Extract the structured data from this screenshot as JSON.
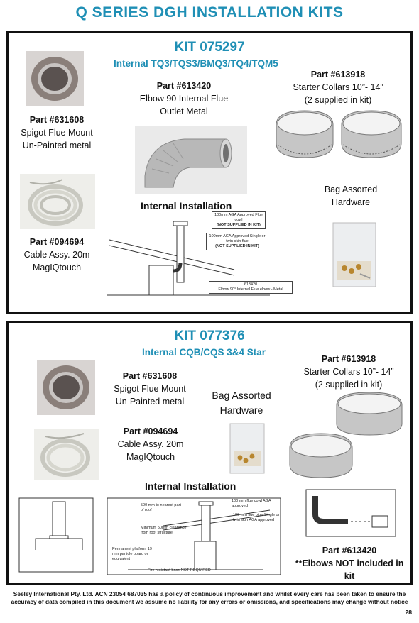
{
  "page_title": "Q SERIES DGH INSTALLATION  KITS",
  "kit1": {
    "title": "KIT 075297",
    "subtitle": "Internal TQ3/TQS3/BMQ3/TQ4/TQM5",
    "parts": {
      "spigot": {
        "part": "Part #631608",
        "line1": "Spigot Flue Mount",
        "line2": "Un-Painted metal"
      },
      "cable": {
        "part": "Part #094694",
        "line1": "Cable Assy. 20m",
        "line2": "MagIQtouch"
      },
      "elbow": {
        "part": "Part #613420",
        "line1": "Elbow 90 Internal Flue",
        "line2": "Outlet Metal"
      },
      "collars": {
        "part": "Part #613918",
        "line1": "Starter Collars 10”- 14”",
        "line2": "(2 supplied in kit)"
      },
      "hardware": {
        "line1": "Bag Assorted",
        "line2": "Hardware"
      }
    },
    "install_heading": "Internal Installation",
    "diagram": {
      "label_cowl": "100mm AGA Approved Flue cowl",
      "label_cowl_note": "(NOT SUPPLIED IN KIT)",
      "label_flue": "100mm AGA Approved Single or twin skin flue",
      "label_flue_note": "(NOT SUPPLIED IN KIT)",
      "label_elbow_part": "613420",
      "label_elbow": "Elbow 90° Internal Flue elbow - Metal"
    }
  },
  "kit2": {
    "title": "KIT 077376",
    "subtitle": "Internal CQB/CQS 3&4 Star",
    "parts": {
      "spigot": {
        "part": "Part #631608",
        "line1": "Spigot Flue Mount",
        "line2": "Un-Painted metal"
      },
      "cable": {
        "part": "Part #094694",
        "line1": "Cable Assy. 20m",
        "line2": "MagIQtouch"
      },
      "collars": {
        "part": "Part #613918",
        "line1": "Starter Collars 10”- 14”",
        "line2": "(2 supplied in kit)"
      },
      "hardware": {
        "line1": "Bag Assorted",
        "line2": "Hardware"
      },
      "elbow": {
        "part": "Part #613420",
        "line1": "**Elbows NOT included in",
        "line2": "kit"
      }
    },
    "install_heading": "Internal Installation",
    "diagram": {
      "label_roof": "500 mm to nearest part of roof",
      "label_cowl": "100 mm flue cowl AGA approved",
      "label_pipe": "100 mm flue pipe Single or twin skin AGA approved",
      "label_clearance": "Minimum 50mm clearance from roof structure",
      "label_platform": "Permanent platform 19 mm particle board or equivalent",
      "label_base": "Fire resistant base NOT REQUIRED"
    }
  },
  "footer": "Seeley International Pty. Ltd. ACN 23054 687035 has a policy of continuous improvement and whilst every care has been taken to ensure the accuracy of data compiled in this document we assume no liability for any errors or omissions, and specifications may change without notice",
  "page_number": "28"
}
